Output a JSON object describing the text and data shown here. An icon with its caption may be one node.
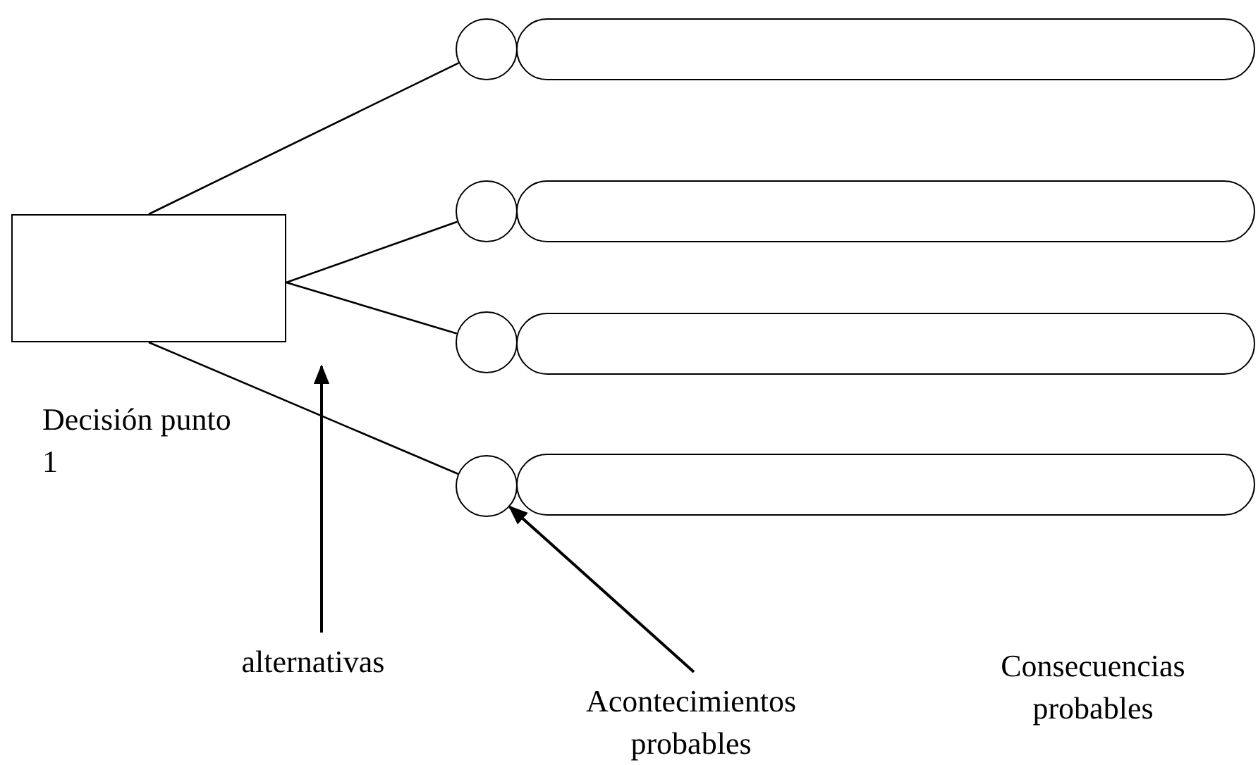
{
  "diagram": {
    "nodes": [
      {
        "text": [],
        "shape": "box",
        "beside": [
          "Decisión punto 1"
        ]
      },
      {
        "text": [],
        "shape": "circle"
      },
      {
        "text": [],
        "shape": "circle"
      },
      {
        "text": [],
        "shape": "circle"
      },
      {
        "text": [],
        "shape": "circle"
      },
      {
        "text": [],
        "shape": "oval"
      },
      {
        "text": [],
        "shape": "oval"
      },
      {
        "text": [],
        "shape": "oval"
      },
      {
        "text": [],
        "shape": "oval"
      },
      {
        "text": [
          "alternativas"
        ]
      },
      {
        "text": [
          "Acontecimientos probables"
        ]
      }
    ],
    "edges": [
      {
        "from": 0,
        "to": 1,
        "arrow": "none"
      },
      {
        "from": 0,
        "to": 2,
        "arrow": "none"
      },
      {
        "from": 0,
        "to": 3,
        "arrow": "none"
      },
      {
        "from": 0,
        "to": 4,
        "arrow": "none"
      },
      {
        "from": 9,
        "to": null,
        "arrow": "to"
      },
      {
        "from": 10,
        "to": 4,
        "arrow": "to"
      }
    ],
    "labels": [
      "Consecuencias probables"
    ]
  }
}
